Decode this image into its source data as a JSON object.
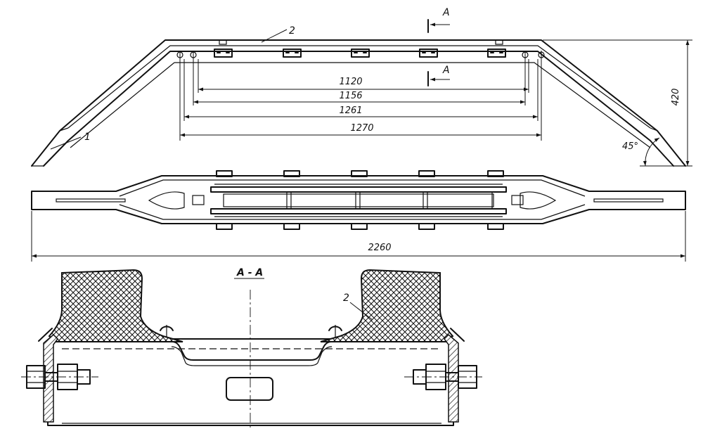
{
  "labels": {
    "part_1": "1",
    "part_2_top": "2",
    "part_2_section": "2",
    "section_mark_top": "A",
    "section_mark_bottom": "A",
    "section_title": "А - А"
  },
  "dimensions": {
    "d1120": "1120",
    "d1156": "1156",
    "d1261": "1261",
    "d1270": "1270",
    "d420": "420",
    "angle": "45°",
    "d2260": "2260"
  }
}
